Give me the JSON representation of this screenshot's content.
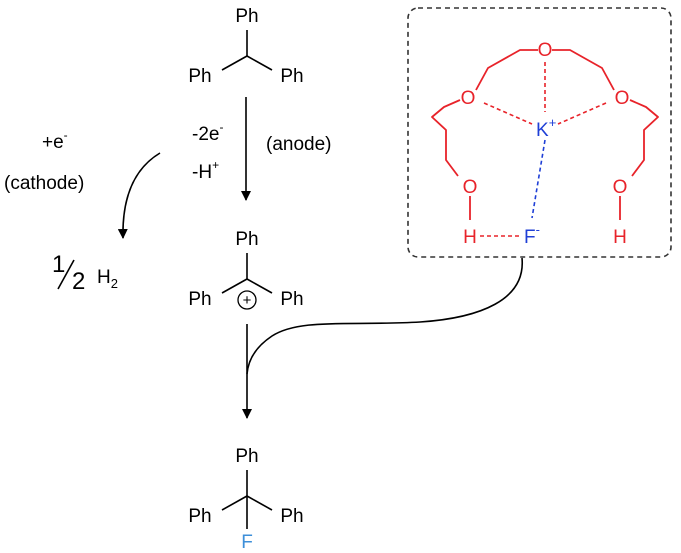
{
  "colors": {
    "black": "#000000",
    "crown_ether": "#e8232a",
    "fluoride_complex": "#1f3fd6",
    "fluorine_product": "#3d8fd9",
    "inset_border": "#333333"
  },
  "substrate": {
    "top": "Ph",
    "left": "Ph",
    "right": "Ph"
  },
  "step1": {
    "reagent_line1": "-2e",
    "reagent_line1_sup": "-",
    "reagent_line2": "-H",
    "reagent_line2_sup": "+",
    "condition": "(anode)"
  },
  "cathode": {
    "electron": "+e",
    "electron_sup": "-",
    "label": "(cathode)",
    "fraction_num": "1",
    "fraction_den": "2",
    "product": "H",
    "product_sub": "2"
  },
  "cation": {
    "top": "Ph",
    "left": "Ph",
    "right": "Ph",
    "charge": "+"
  },
  "product": {
    "top": "Ph",
    "left": "Ph",
    "right": "Ph",
    "substituent": "F"
  },
  "inset": {
    "oxygens": [
      "O",
      "O",
      "O",
      "O",
      "O"
    ],
    "hydrogens": [
      "H",
      "H"
    ],
    "cation": "K",
    "cation_sup": "+",
    "anion": "F",
    "anion_sup": "-"
  }
}
